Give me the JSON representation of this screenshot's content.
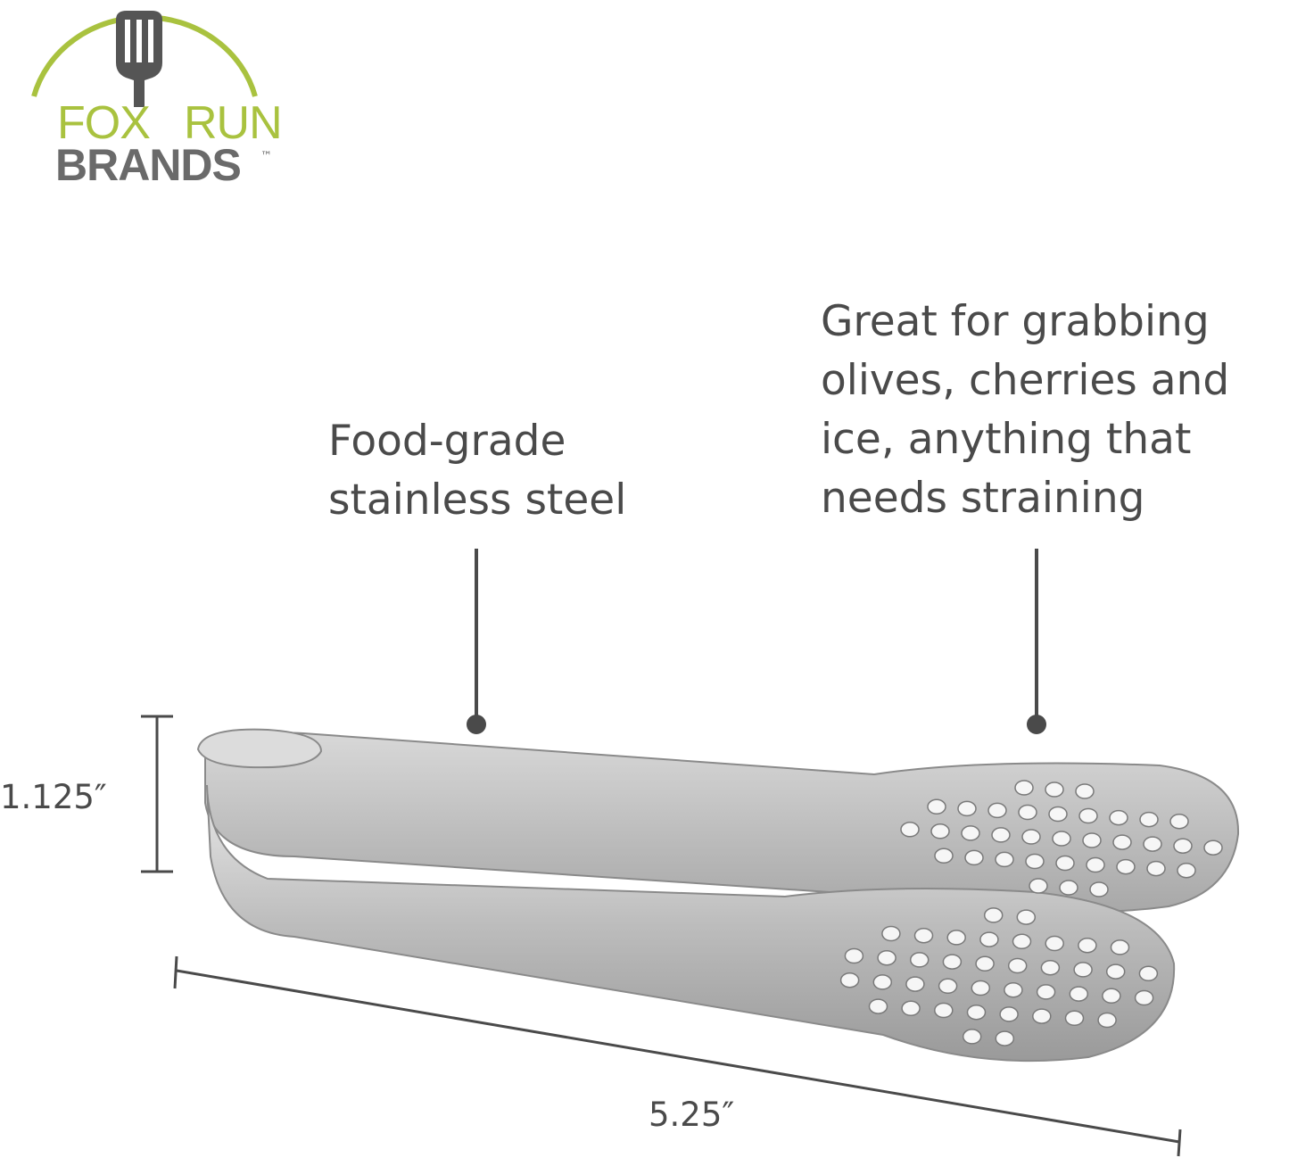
{
  "brand": {
    "word1": "FOX",
    "word2": "RUN",
    "word3": "BRANDS",
    "trademark": "™",
    "colors": {
      "green": "#a9c23f",
      "gray": "#6a6a6a"
    },
    "icon": "spatula-icon"
  },
  "callouts": [
    {
      "text": "Food-grade\nstainless steel"
    },
    {
      "text": "Great for grabbing\nolives, cherries and\nice, anything that\nneeds straining"
    }
  ],
  "dimensions": {
    "height": "1.125″",
    "length": "5.25″"
  },
  "product": {
    "name_icon": "strainer-tongs",
    "color": "#c8c8c8"
  }
}
